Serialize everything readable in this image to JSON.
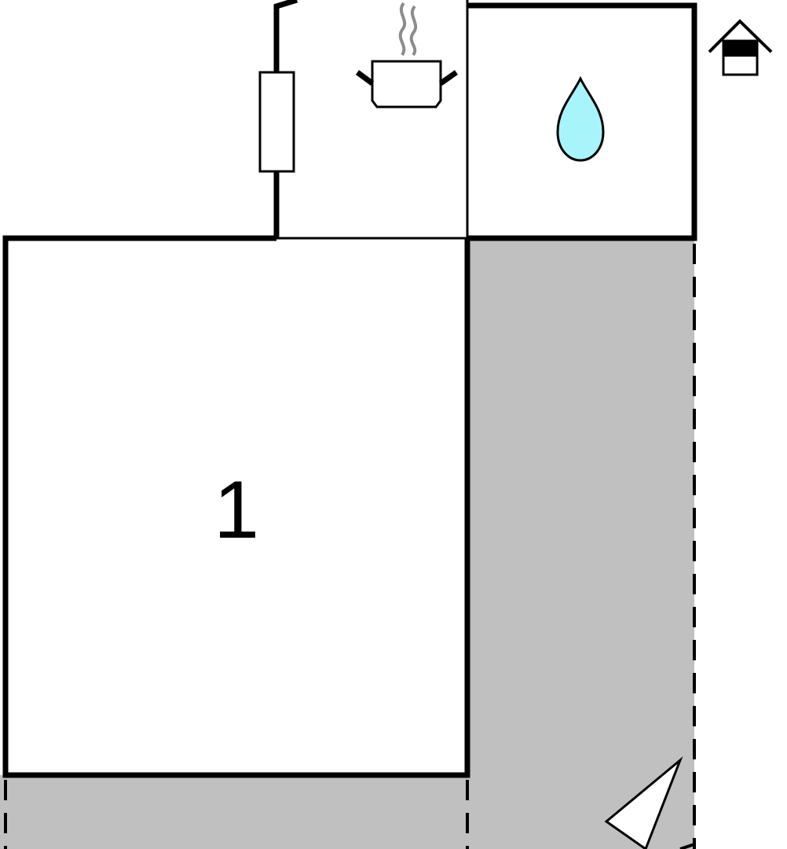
{
  "floorplan": {
    "rooms": [
      {
        "id": "room-1",
        "label": "1"
      },
      {
        "id": "kitchen",
        "icon": "cooking-pot-icon"
      },
      {
        "id": "bathroom",
        "icon": "water-drop-icon"
      }
    ],
    "legend_icon": "house-icon",
    "view_marker": "viewpoint-arrow-icon",
    "colors": {
      "wall": "#000000",
      "terrace": "#c0c0c0",
      "water": "#a8f4fb",
      "steam": "#8c8c8c",
      "background": "#ffffff"
    }
  }
}
